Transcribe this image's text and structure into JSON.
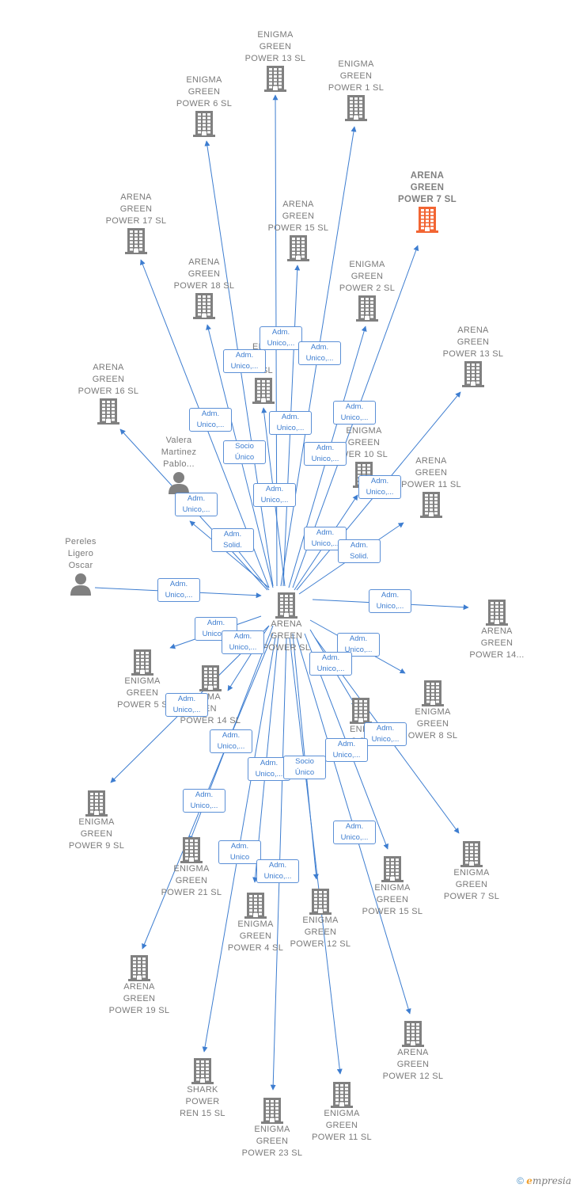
{
  "colors": {
    "edge": "#3d7dd0",
    "company": "#808080",
    "focus_company": "#f26533",
    "person": "#808080"
  },
  "nodes": [
    {
      "id": "center",
      "lines": [
        "ARENA",
        "GREEN",
        "POWER  SL"
      ],
      "type": "company"
    },
    {
      "id": "eg13",
      "lines": [
        "ENIGMA",
        "GREEN",
        "POWER 13  SL"
      ],
      "type": "company"
    },
    {
      "id": "eg1",
      "lines": [
        "ENIGMA",
        "GREEN",
        "POWER 1  SL"
      ],
      "type": "company"
    },
    {
      "id": "eg6",
      "lines": [
        "ENIGMA",
        "GREEN",
        "POWER 6  SL"
      ],
      "type": "company"
    },
    {
      "id": "ag7",
      "lines": [
        "ARENA",
        "GREEN",
        "POWER 7  SL"
      ],
      "type": "focus"
    },
    {
      "id": "ag17",
      "lines": [
        "ARENA",
        "GREEN",
        "POWER 17  SL"
      ],
      "type": "company"
    },
    {
      "id": "ag15",
      "lines": [
        "ARENA",
        "GREEN",
        "POWER 15  SL"
      ],
      "type": "company"
    },
    {
      "id": "ag18",
      "lines": [
        "ARENA",
        "GREEN",
        "POWER 18  SL"
      ],
      "type": "company"
    },
    {
      "id": "eg2",
      "lines": [
        "ENIGMA",
        "GREEN",
        "POWER 2  SL"
      ],
      "type": "company"
    },
    {
      "id": "ag13",
      "lines": [
        "ARENA",
        "GREEN",
        "POWER 13  SL"
      ],
      "type": "company"
    },
    {
      "id": "ag16",
      "lines": [
        "ARENA",
        "GREEN",
        "POWER 16  SL"
      ],
      "type": "company"
    },
    {
      "id": "eg3",
      "lines": [
        "ENIG",
        "N",
        "3  SL"
      ],
      "type": "company"
    },
    {
      "id": "eg10",
      "lines": [
        "ENIGMA",
        "GREEN",
        "WER 10  SL"
      ],
      "type": "company"
    },
    {
      "id": "ag11",
      "lines": [
        "ARENA",
        "GREEN",
        "POWER 11  SL"
      ],
      "type": "company"
    },
    {
      "id": "valera",
      "lines": [
        "Valera",
        "Martinez",
        "Pablo..."
      ],
      "type": "person"
    },
    {
      "id": "pereles",
      "lines": [
        "Pereles",
        "Ligero",
        "Oscar"
      ],
      "type": "person"
    },
    {
      "id": "ag14",
      "lines": [
        "ARENA",
        "GREEN",
        "POWER 14..."
      ],
      "type": "company"
    },
    {
      "id": "eg5",
      "lines": [
        "ENIGMA",
        "GREEN",
        "POWER 5  S"
      ],
      "type": "company"
    },
    {
      "id": "eg14",
      "lines": [
        "GMA",
        "EN",
        "POWER 14  SL"
      ],
      "type": "company"
    },
    {
      "id": "eg8",
      "lines": [
        "ENIGMA",
        "GREEN",
        "OWER 8  SL"
      ],
      "type": "company"
    },
    {
      "id": "eg12b",
      "lines": [
        "ENIG",
        "",
        "2  SL"
      ],
      "type": "company"
    },
    {
      "id": "eg9",
      "lines": [
        "ENIGMA",
        "GREEN",
        "POWER 9  SL"
      ],
      "type": "company"
    },
    {
      "id": "eg7",
      "lines": [
        "ENIGMA",
        "GREEN",
        "POWER 7  SL"
      ],
      "type": "company"
    },
    {
      "id": "ag21",
      "lines": [
        "ENIGMA",
        "GREEN",
        "POWER 21  SL"
      ],
      "type": "company"
    },
    {
      "id": "eg15",
      "lines": [
        "ENIGMA",
        "GREEN",
        "POWER 15  SL"
      ],
      "type": "company"
    },
    {
      "id": "eg4",
      "lines": [
        "ENIGMA",
        "GREEN",
        "POWER 4  SL"
      ],
      "type": "company"
    },
    {
      "id": "eg12",
      "lines": [
        "ENIGMA",
        "GREEN",
        "POWER 12  SL"
      ],
      "type": "company"
    },
    {
      "id": "ag19",
      "lines": [
        "ARENA",
        "GREEN",
        "POWER 19  SL"
      ],
      "type": "company"
    },
    {
      "id": "ag12",
      "lines": [
        "ARENA",
        "GREEN",
        "POWER 12  SL"
      ],
      "type": "company"
    },
    {
      "id": "shark",
      "lines": [
        "SHARK",
        "POWER",
        "REN 15  SL"
      ],
      "type": "company"
    },
    {
      "id": "eg23",
      "lines": [
        "ENIGMA",
        "GREEN",
        "POWER 23  SL"
      ],
      "type": "company"
    },
    {
      "id": "eg11",
      "lines": [
        "ENIGMA",
        "GREEN",
        "POWER 11  SL"
      ],
      "type": "company"
    }
  ],
  "edge_labels": [
    {
      "lines": [
        "Adm.",
        "Unico,..."
      ]
    },
    {
      "lines": [
        "Adm.",
        "Unico,..."
      ]
    },
    {
      "lines": [
        "Adm.",
        "Unico,..."
      ]
    },
    {
      "lines": [
        "Adm.",
        "Unico,..."
      ]
    },
    {
      "lines": [
        "Adm.",
        "Unico,..."
      ]
    },
    {
      "lines": [
        "Adm.",
        "Unico,..."
      ]
    },
    {
      "lines": [
        "Socio",
        "Único"
      ]
    },
    {
      "lines": [
        "Adm.",
        "Unico,..."
      ]
    },
    {
      "lines": [
        "Adm.",
        "Unico,..."
      ]
    },
    {
      "lines": [
        "Adm.",
        "Unico,..."
      ]
    },
    {
      "lines": [
        "Adm.",
        "Unico,..."
      ]
    },
    {
      "lines": [
        "Adm.",
        "Solid."
      ]
    },
    {
      "lines": [
        "Adm.",
        "Unico,..."
      ]
    },
    {
      "lines": [
        "Adm.",
        "Unico,..."
      ]
    },
    {
      "lines": [
        "Adm.",
        "Solid."
      ]
    },
    {
      "lines": [
        "Adm.",
        "Unico,..."
      ]
    },
    {
      "lines": [
        "Adm.",
        "Unico,..."
      ]
    },
    {
      "lines": [
        "Adm.",
        "Unico,..."
      ]
    },
    {
      "lines": [
        "Adm.",
        "Unico,..."
      ]
    },
    {
      "lines": [
        "Adm.",
        "Unico,..."
      ]
    },
    {
      "lines": [
        "Adm.",
        "Unico,..."
      ]
    },
    {
      "lines": [
        "Adm.",
        "Unico,..."
      ]
    },
    {
      "lines": [
        "Adm.",
        "Unico,..."
      ]
    },
    {
      "lines": [
        "Adm.",
        "Unico,..."
      ]
    },
    {
      "lines": [
        "Adm.",
        "Unico,..."
      ]
    },
    {
      "lines": [
        "Socio",
        "Único"
      ]
    },
    {
      "lines": [
        "Adm.",
        "Unico,..."
      ]
    },
    {
      "lines": [
        "Adm.",
        "Unico"
      ]
    },
    {
      "lines": [
        "Adm.",
        "Unico,..."
      ]
    },
    {
      "lines": [
        "Adm.",
        "Unico,..."
      ]
    }
  ],
  "footer": {
    "copyright": "©",
    "brand_initial": "e",
    "brand_rest": "mpresia"
  }
}
